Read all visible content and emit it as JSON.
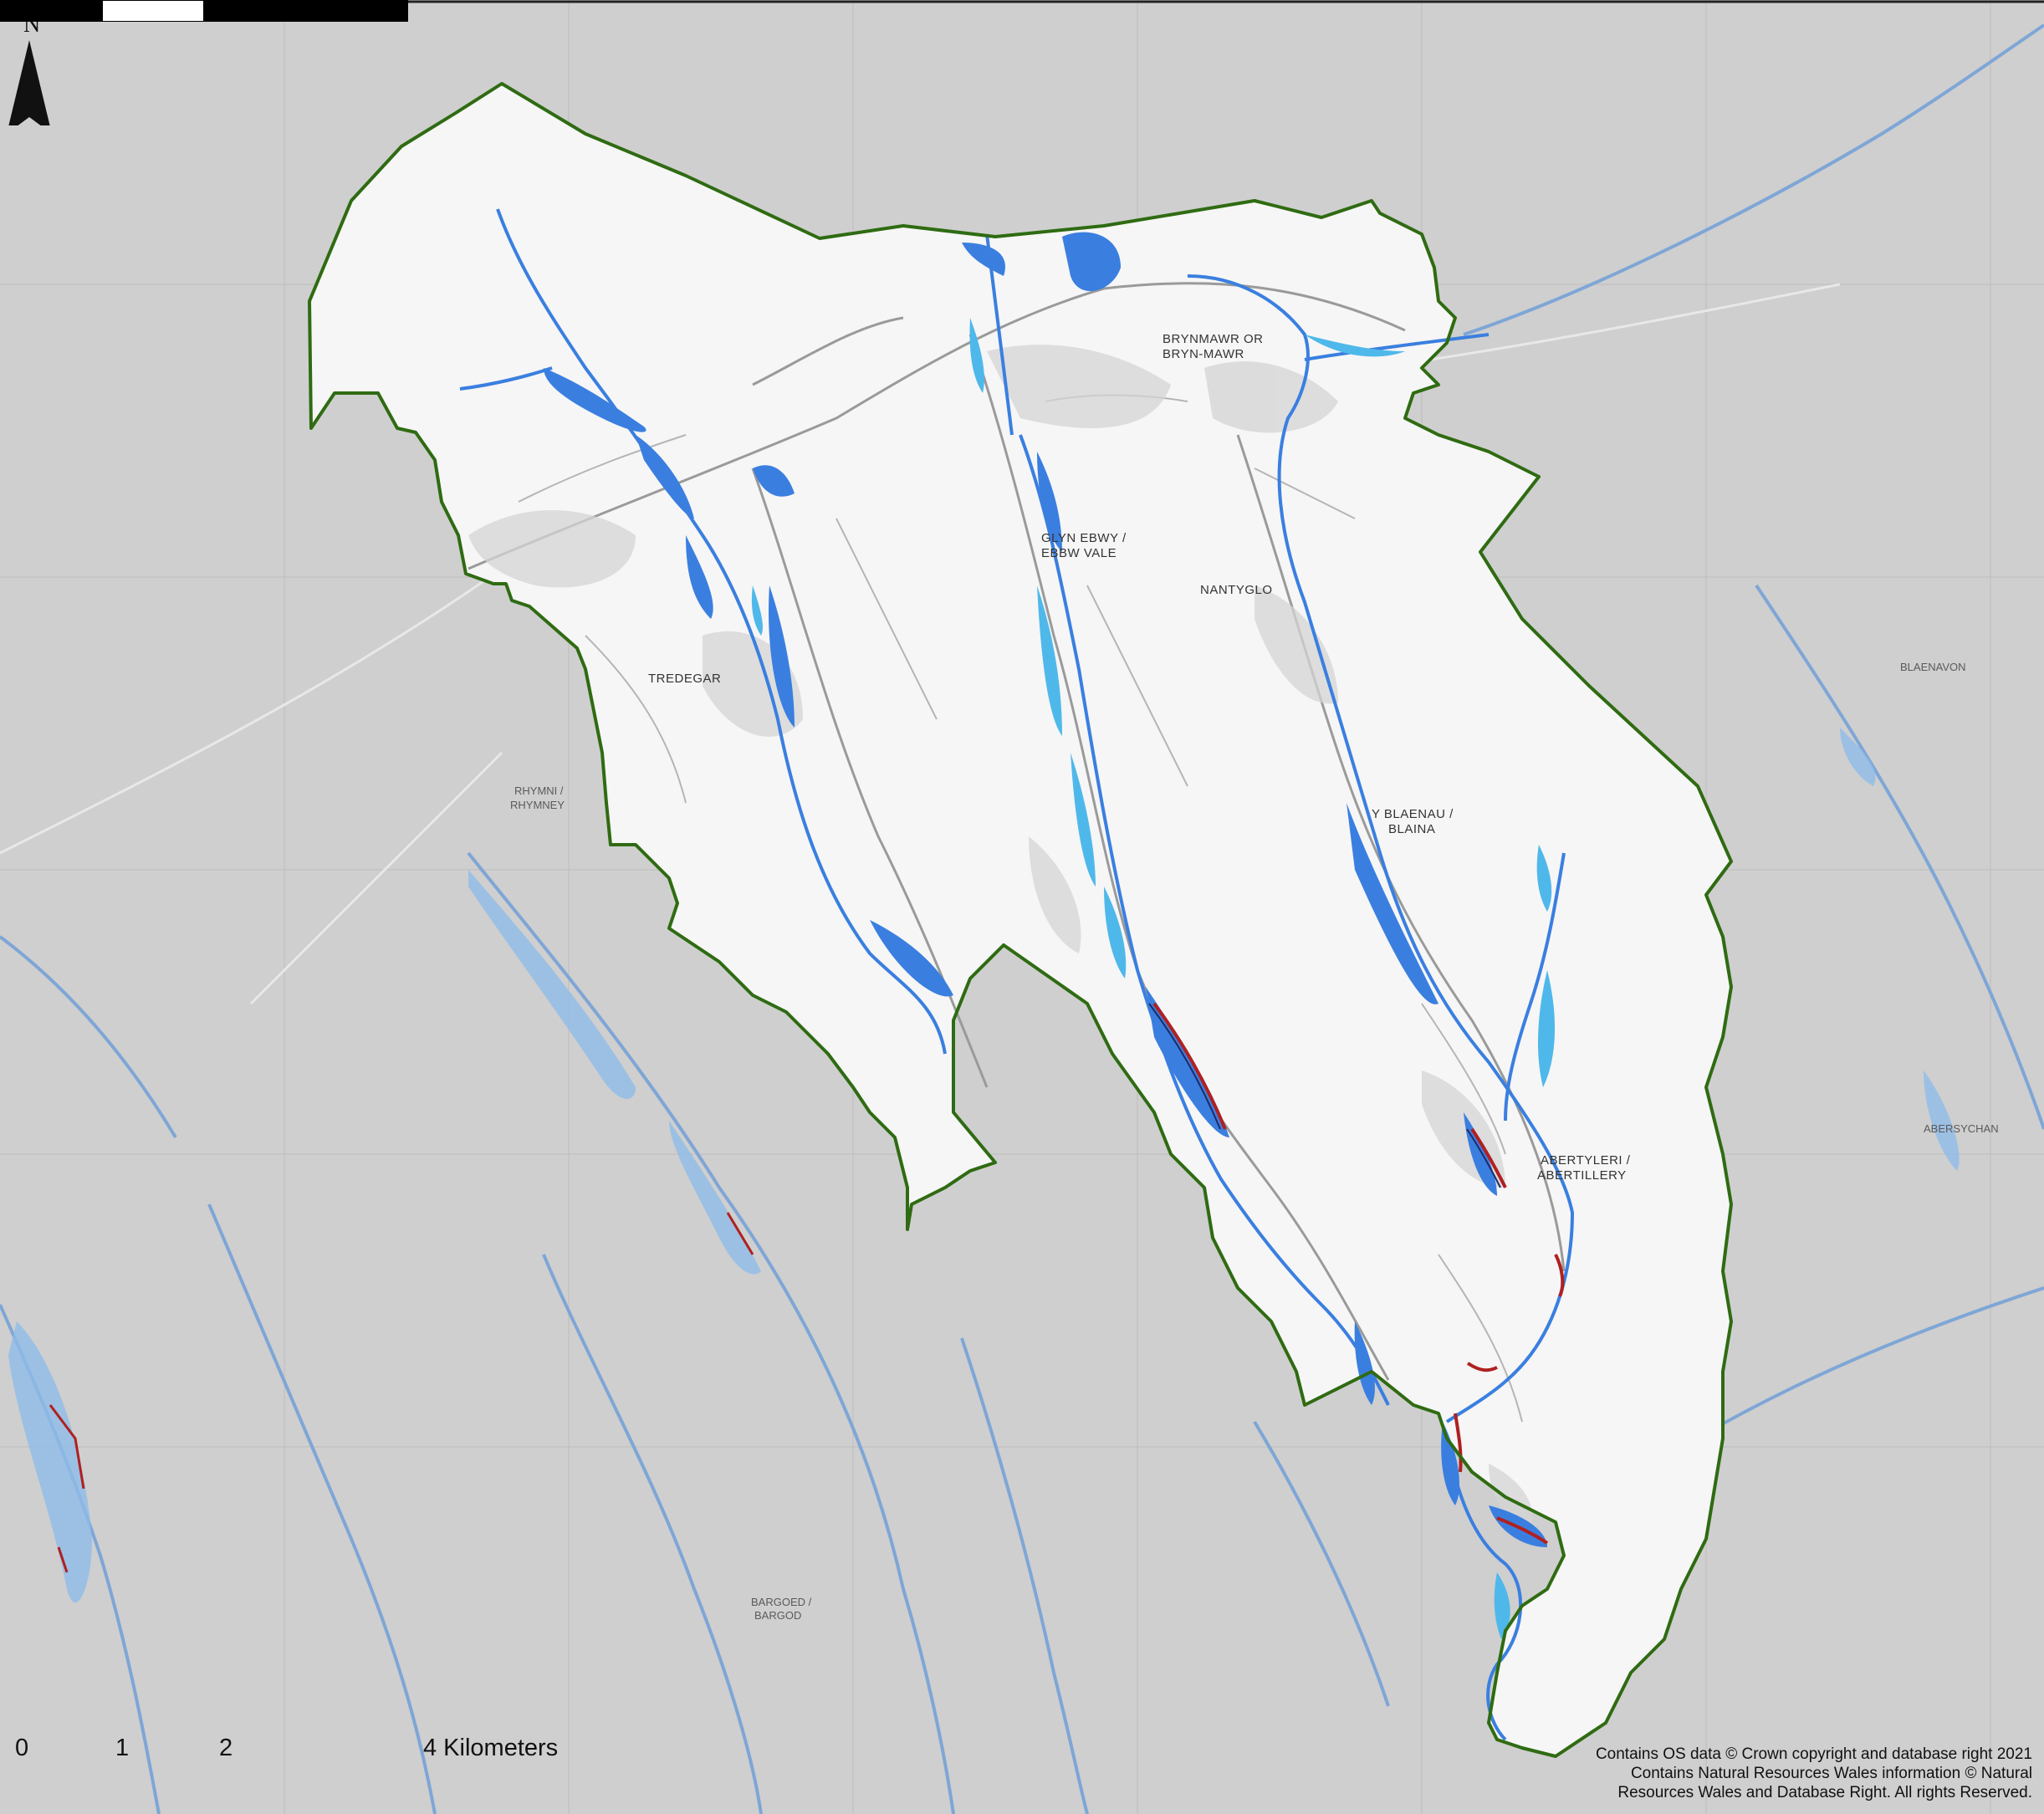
{
  "map": {
    "north_label": "N",
    "scale": {
      "ticks": [
        "0",
        "1",
        "2",
        "4 Kilometers"
      ]
    },
    "attribution": [
      "Contains OS data © Crown copyright and database right 2021",
      "Contains Natural Resources Wales information © Natural",
      "Resources Wales and Database Right. All rights Reserved."
    ],
    "towns_in_area": [
      {
        "name": "BRYNMAWR OR",
        "name2": "BRYN-MAWR"
      },
      {
        "name": "GLYN EBWY /",
        "name2": "EBBW VALE"
      },
      {
        "name": "NANTYGLO",
        "name2": ""
      },
      {
        "name": "TREDEGAR",
        "name2": ""
      },
      {
        "name": "Y BLAENAU /",
        "name2": "BLAINA"
      },
      {
        "name": "ABERTYLERI /",
        "name2": "ABERTILLERY"
      }
    ],
    "towns_outside": [
      {
        "name": "RHYMNI /",
        "name2": "RHYMNEY"
      },
      {
        "name": "BARGOED /",
        "name2": "BARGOD"
      },
      {
        "name": "BLAENAVON",
        "name2": ""
      },
      {
        "name": "ABERSYCHAN",
        "name2": ""
      }
    ],
    "colors": {
      "background": "#cfcfcf",
      "study_area_fill": "#f6f6f6",
      "boundary": "#2f6b12",
      "flood_zone_dark": "#3a7fe0",
      "flood_zone_light": "#4fb8ea",
      "defence": "#b02020",
      "river": "#6f9fd8"
    }
  }
}
